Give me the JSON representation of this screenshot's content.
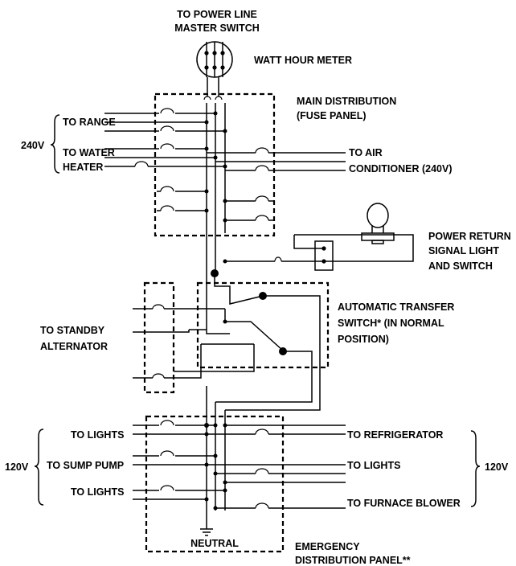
{
  "labels": {
    "power_line": [
      "TO POWER LINE",
      "MASTER SWITCH"
    ],
    "watt_meter": "WATT HOUR METER",
    "main_panel": [
      "MAIN DISTRIBUTION",
      "(FUSE PANEL)"
    ],
    "range": "TO RANGE",
    "water_heater": [
      "TO WATER",
      "HEATER"
    ],
    "v240_left": "240V",
    "air_conditioner": [
      "TO AIR",
      "CONDITIONER (240V)"
    ],
    "power_return": [
      "POWER RETURN",
      "SIGNAL LIGHT",
      "AND SWITCH"
    ],
    "transfer_switch": [
      "AUTOMATIC TRANSFER",
      "SWITCH* (IN NORMAL",
      "POSITION)"
    ],
    "standby": [
      "TO STANDBY",
      "ALTERNATOR"
    ],
    "left_lights_1": "TO LIGHTS",
    "sump_pump": "TO SUMP PUMP",
    "left_lights_2": "TO LIGHTS",
    "v120_left": "120V",
    "refrigerator": "TO REFRIGERATOR",
    "right_lights": "TO LIGHTS",
    "furnace": "TO FURNACE BLOWER",
    "v120_right": "120V",
    "neutral": "NEUTRAL",
    "emergency_panel": [
      "EMERGENCY",
      "DISTRIBUTION PANEL**"
    ]
  }
}
